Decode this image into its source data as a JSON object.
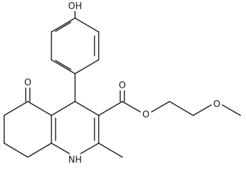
{
  "molecule": {
    "atom_labels": {
      "hydroxyl": "OH",
      "ketone_oxygen": "O",
      "ester_carbonyl_oxygen": "O",
      "ester_oxygen": "O",
      "ether_oxygen": "O",
      "amine": "NH"
    },
    "colors": {
      "bond": "#1a1a1a",
      "label": "#1a1a1a",
      "background": "#ffffff"
    }
  }
}
